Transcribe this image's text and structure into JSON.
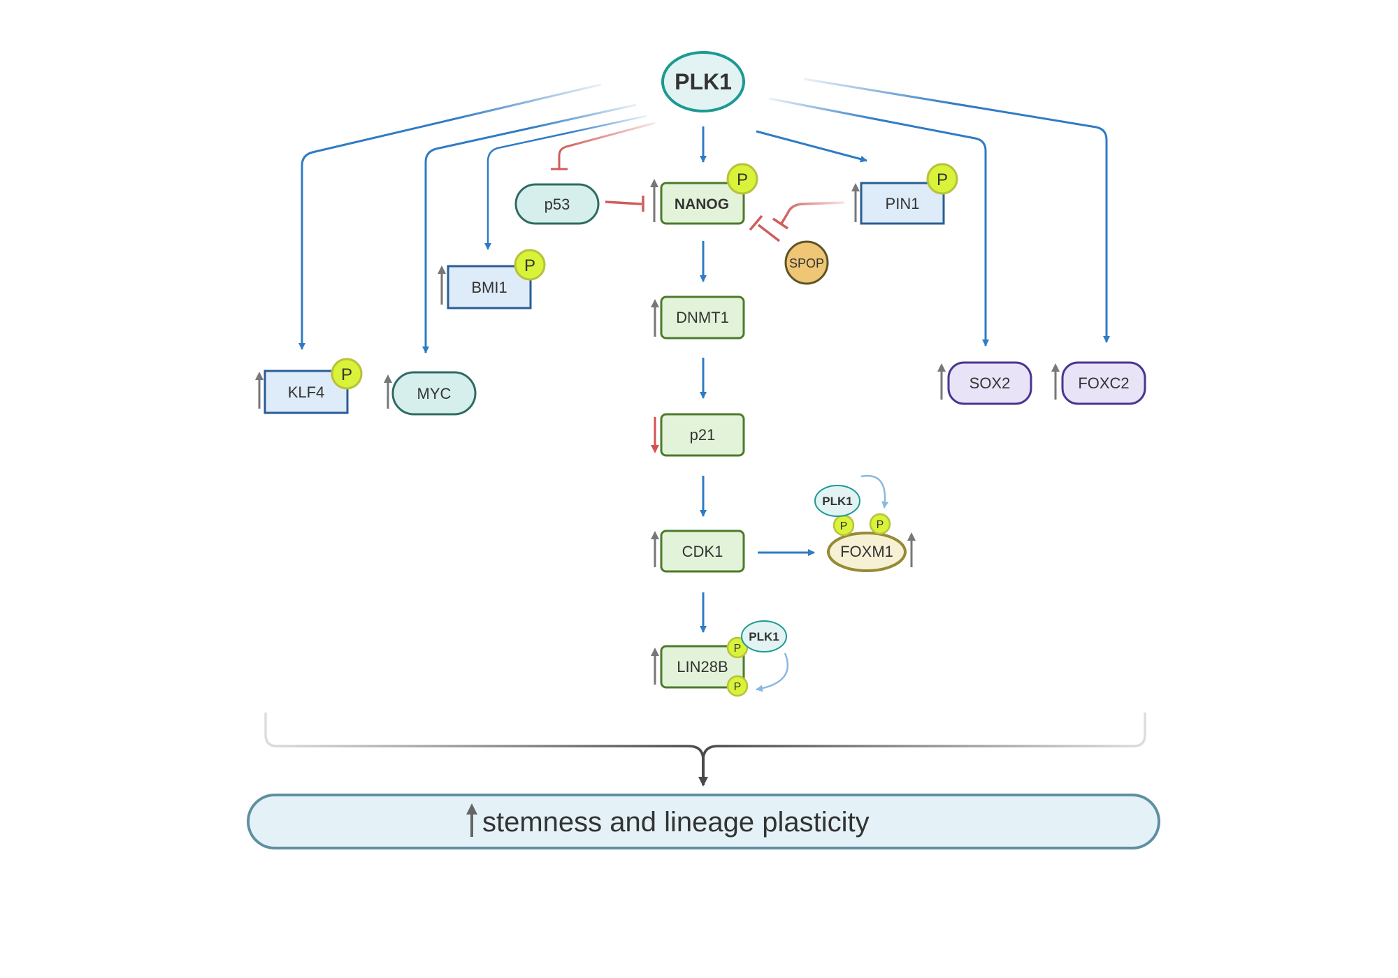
{
  "colors": {
    "activate": "#2f7bc4",
    "inhibit": "#cf5c5c",
    "up_arrow": "#777777",
    "down_arrow": "#d65252",
    "phospho_fill": "#d9f23a",
    "phospho_stroke": "#b7c23a",
    "plk1_fill": "#e3f3f3",
    "plk1_stroke": "#1c9a92",
    "teal_fill": "#d6efec",
    "teal_stroke": "#2f6b62",
    "blue_fill": "#deebf8",
    "blue_stroke": "#2a5d95",
    "green_fill": "#e3f3d9",
    "green_stroke": "#4c7a2b",
    "purple_fill": "#e9e3f7",
    "purple_stroke": "#4a3591",
    "foxm1_fill": "#f6f1d5",
    "foxm1_stroke": "#968a35",
    "spop_fill": "#efc675",
    "spop_stroke": "#5f5325",
    "outcome_fill": "#e4f2f8",
    "outcome_stroke": "#5f8fa1"
  },
  "phospho_label": "P",
  "top_node": {
    "label": "PLK1"
  },
  "nodes": {
    "p53": "p53",
    "nanog": "NANOG",
    "pin1": "PIN1",
    "spop": "SPOP",
    "bmi1": "BMI1",
    "klf4": "KLF4",
    "myc": "MYC",
    "dnmt1": "DNMT1",
    "p21": "p21",
    "cdk1": "CDK1",
    "lin28b": "LIN28B",
    "foxm1": "FOXM1",
    "sox2": "SOX2",
    "foxc2": "FOXC2"
  },
  "small_plk1": {
    "foxm1": "PLK1",
    "lin28b": "PLK1"
  },
  "outcome": {
    "label": "stemness and lineage plasticity"
  }
}
